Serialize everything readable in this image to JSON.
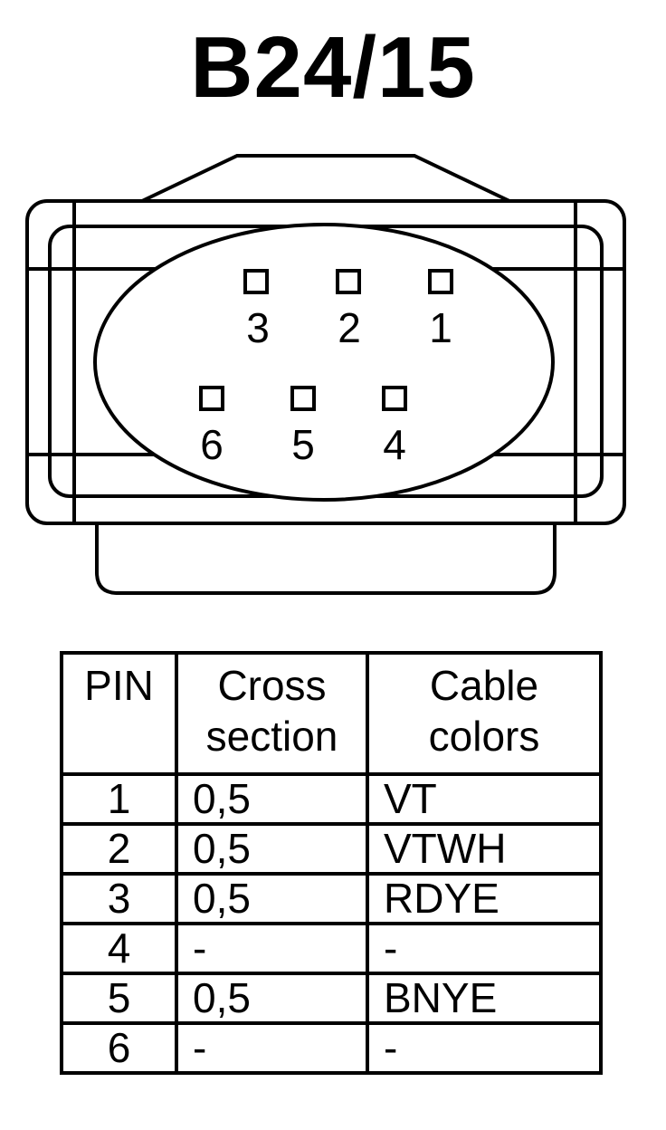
{
  "title": "B24/15",
  "pins": {
    "row1": [
      "3",
      "2",
      "1"
    ],
    "row2": [
      "6",
      "5",
      "4"
    ]
  },
  "table": {
    "headers": {
      "pin": "PIN",
      "cross_line1": "Cross",
      "cross_line2": "section",
      "cable_line1": "Cable",
      "cable_line2": "colors"
    },
    "rows": [
      {
        "pin": "1",
        "cross": "0,5",
        "color": "VT"
      },
      {
        "pin": "2",
        "cross": "0,5",
        "color": "VTWH"
      },
      {
        "pin": "3",
        "cross": "0,5",
        "color": "RDYE"
      },
      {
        "pin": "4",
        "cross": "-",
        "color": "-"
      },
      {
        "pin": "5",
        "cross": "0,5",
        "color": "BNYE"
      },
      {
        "pin": "6",
        "cross": "-",
        "color": "-"
      }
    ]
  }
}
